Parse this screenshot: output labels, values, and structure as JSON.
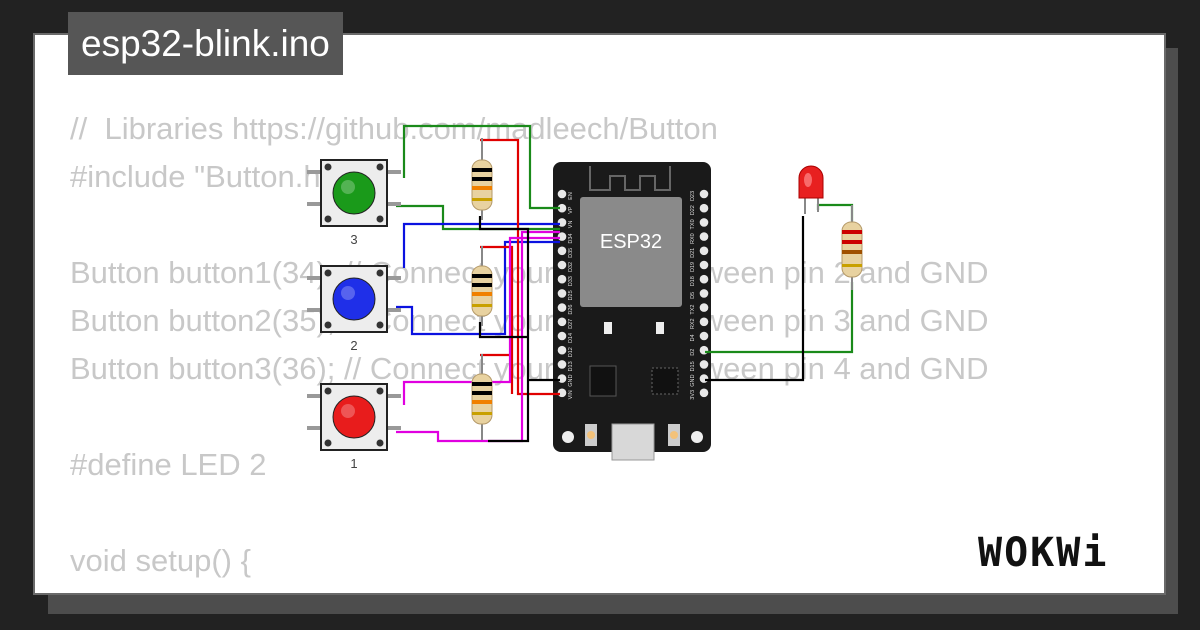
{
  "project": {
    "filename": "esp32-blink.ino"
  },
  "code_lines": [
    "//  Libraries https://github.com/madleech/Button",
    "#include \"Button.h\"",
    "",
    "Button button1(34); // Connect your button between pin 2 and GND",
    "Button button2(35); // Connect your button between pin 3 and GND",
    "Button button3(36); // Connect your button between pin 4 and GND",
    "",
    "#define LED 2",
    "",
    "void setup() {"
  ],
  "circuit": {
    "board_label": "ESP32",
    "buttons": [
      {
        "label": "3",
        "color": "#1a9a1a"
      },
      {
        "label": "2",
        "color": "#1f2fe8"
      },
      {
        "label": "1",
        "color": "#e81c1c"
      }
    ],
    "left_pins": [
      "EN",
      "VP",
      "VN",
      "D34",
      "D35",
      "D32",
      "D33",
      "D25",
      "D26",
      "D27",
      "D14",
      "D12",
      "D13",
      "GND",
      "VIN"
    ],
    "right_pins": [
      "D23",
      "D22",
      "TX0",
      "RX0",
      "D21",
      "D19",
      "D18",
      "D5",
      "TX2",
      "RX2",
      "D4",
      "D2",
      "D15",
      "GND",
      "3V3"
    ],
    "led_color": "#e82020",
    "wire_colors": {
      "green": "#1a8a1a",
      "blue": "#0b12e0",
      "red": "#e00000",
      "magenta": "#e000e0",
      "black": "#000000"
    }
  },
  "brand": {
    "logo_text": "WOKWi"
  }
}
